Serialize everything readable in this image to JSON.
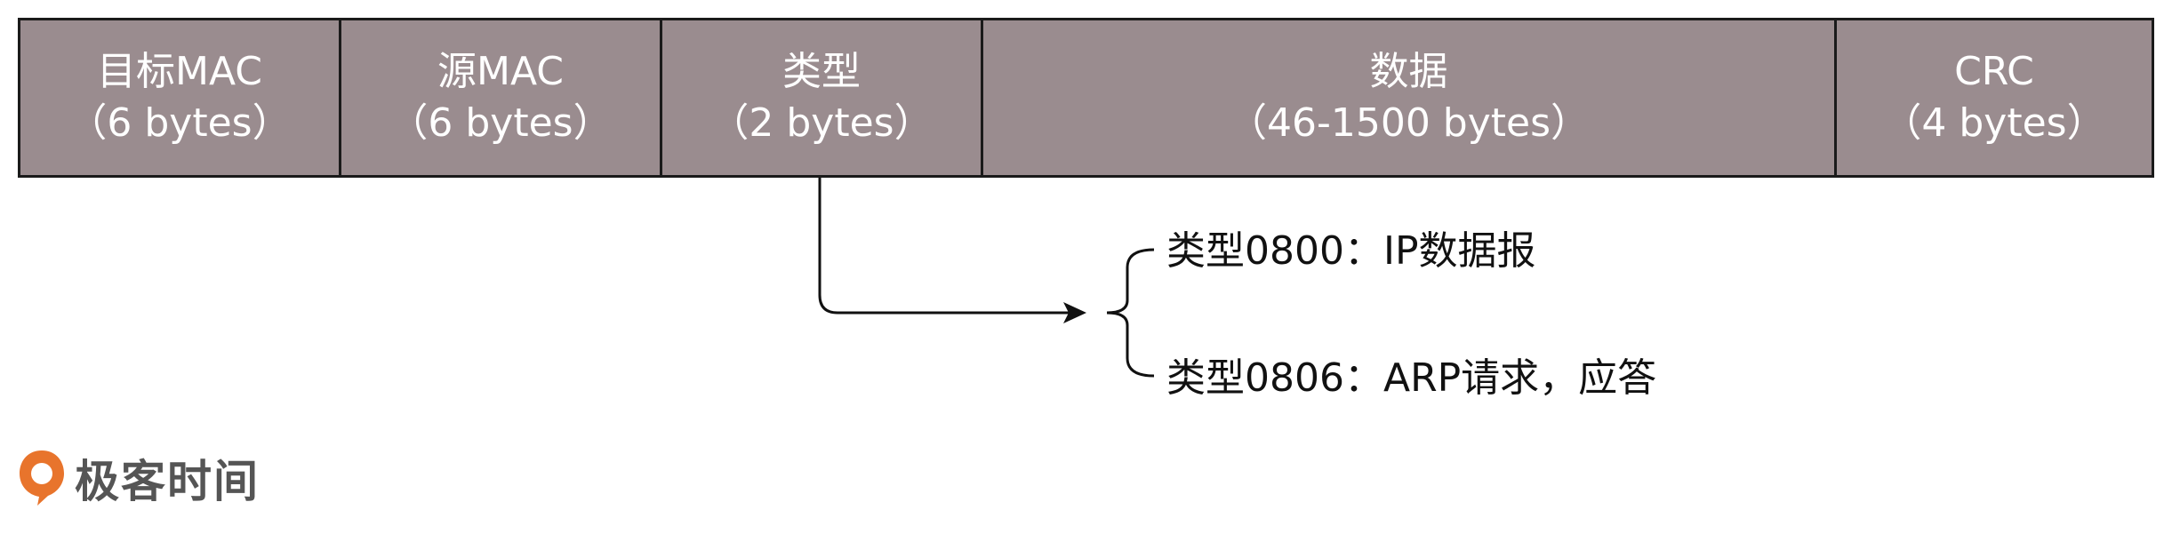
{
  "frame_fields": [
    {
      "name": "目标MAC",
      "size": "（6 bytes）"
    },
    {
      "name": "源MAC",
      "size": "（6 bytes）"
    },
    {
      "name": "类型",
      "size": "（2 bytes）"
    },
    {
      "name": "数据",
      "size": "（46-1500 bytes）"
    },
    {
      "name": "CRC",
      "size": "（4 bytes）"
    }
  ],
  "type_values": [
    "类型0800：IP数据报",
    "类型0806：ARP请求，应答"
  ],
  "brand": {
    "name": "极客时间",
    "color": "#e8742c"
  },
  "colors": {
    "field_fill": "#9a8c8f",
    "field_text": "#ffffff",
    "border": "#1a1a1a"
  }
}
